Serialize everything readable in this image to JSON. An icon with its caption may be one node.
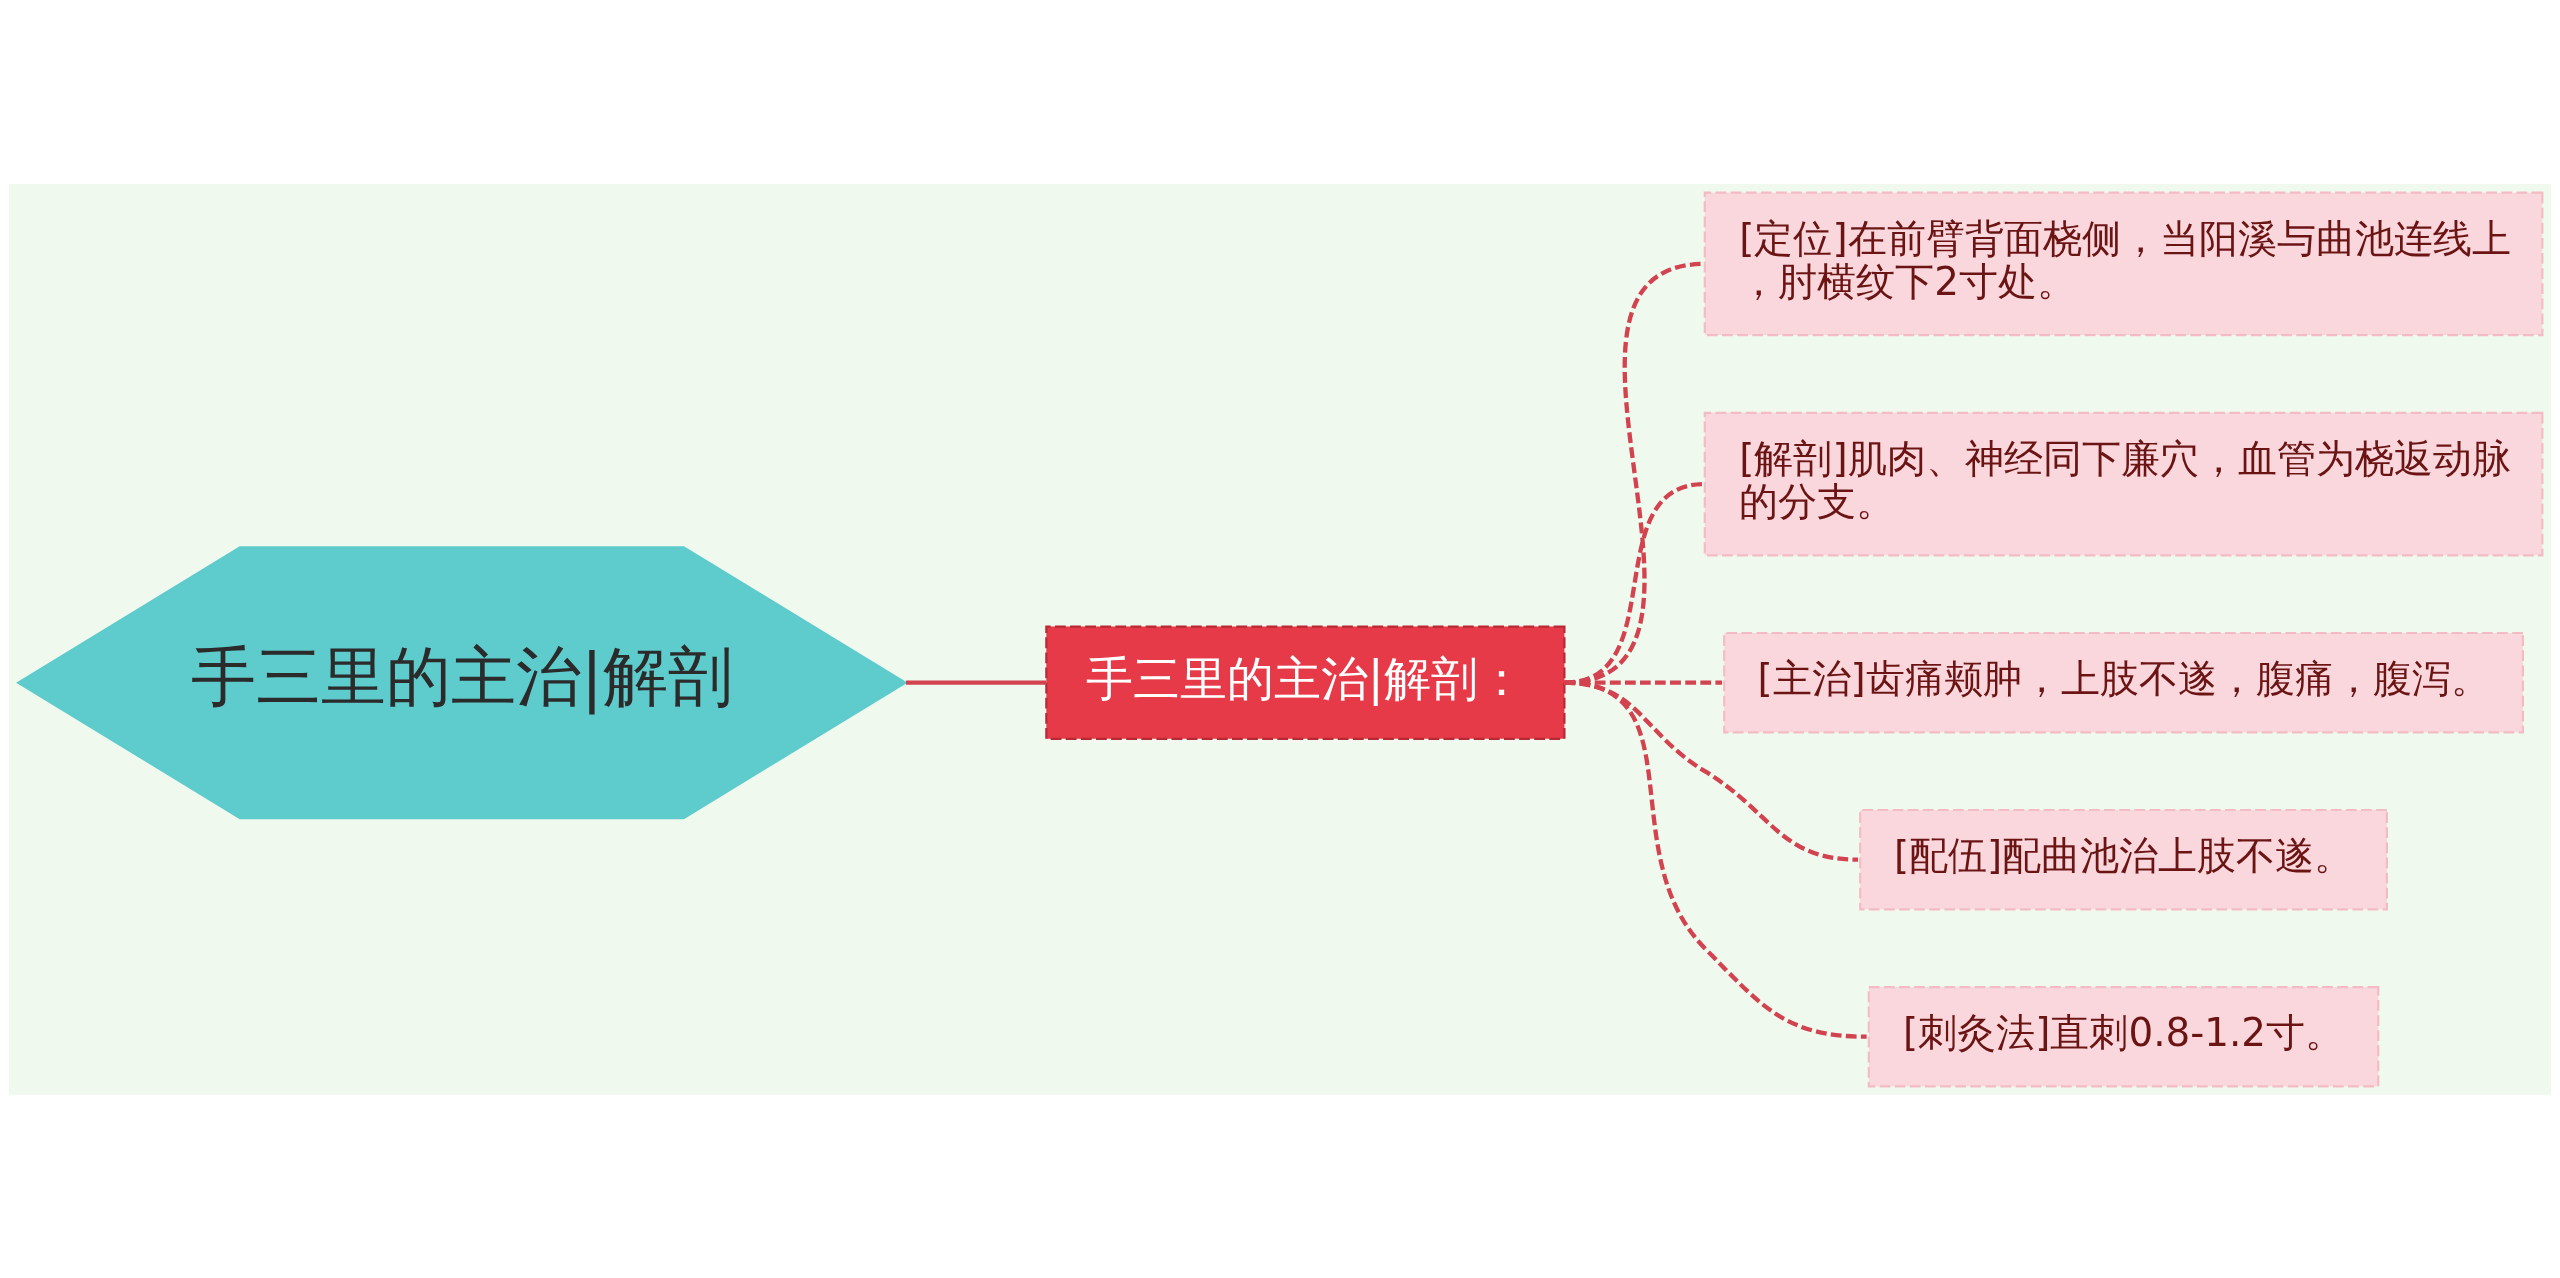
{
  "diagram": {
    "nodes": [
      {
        "text": [
          "手三里的主治|解剖"
        ]
      },
      {
        "text": [
          "手三里的主治|解剖："
        ]
      },
      {
        "text": [
          "[定位]在前臂背面桡侧，当阳溪与曲池连线上，肘横纹下2寸处。"
        ]
      },
      {
        "text": [
          "[解剖]肌肉、神经同下廉穴，血管为桡返动脉的分支。"
        ]
      },
      {
        "text": [
          "[主治]齿痛颊肿，上肢不遂，腹痛，腹泻。"
        ]
      },
      {
        "text": [
          "[配伍]配曲池治上肢不遂。"
        ]
      },
      {
        "text": [
          "[刺灸法]直刺0.8-1.2寸。"
        ]
      }
    ],
    "edges": [
      {
        "from": 0,
        "to": 1,
        "arrow": "none"
      },
      {
        "from": 1,
        "to": 2,
        "arrow": "none",
        "style": "dashed"
      },
      {
        "from": 1,
        "to": 3,
        "arrow": "none",
        "style": "dashed"
      },
      {
        "from": 1,
        "to": 4,
        "arrow": "none",
        "style": "dashed"
      },
      {
        "from": 1,
        "to": 5,
        "arrow": "none",
        "style": "dashed"
      },
      {
        "from": 1,
        "to": 6,
        "arrow": "none",
        "style": "dashed"
      }
    ]
  }
}
